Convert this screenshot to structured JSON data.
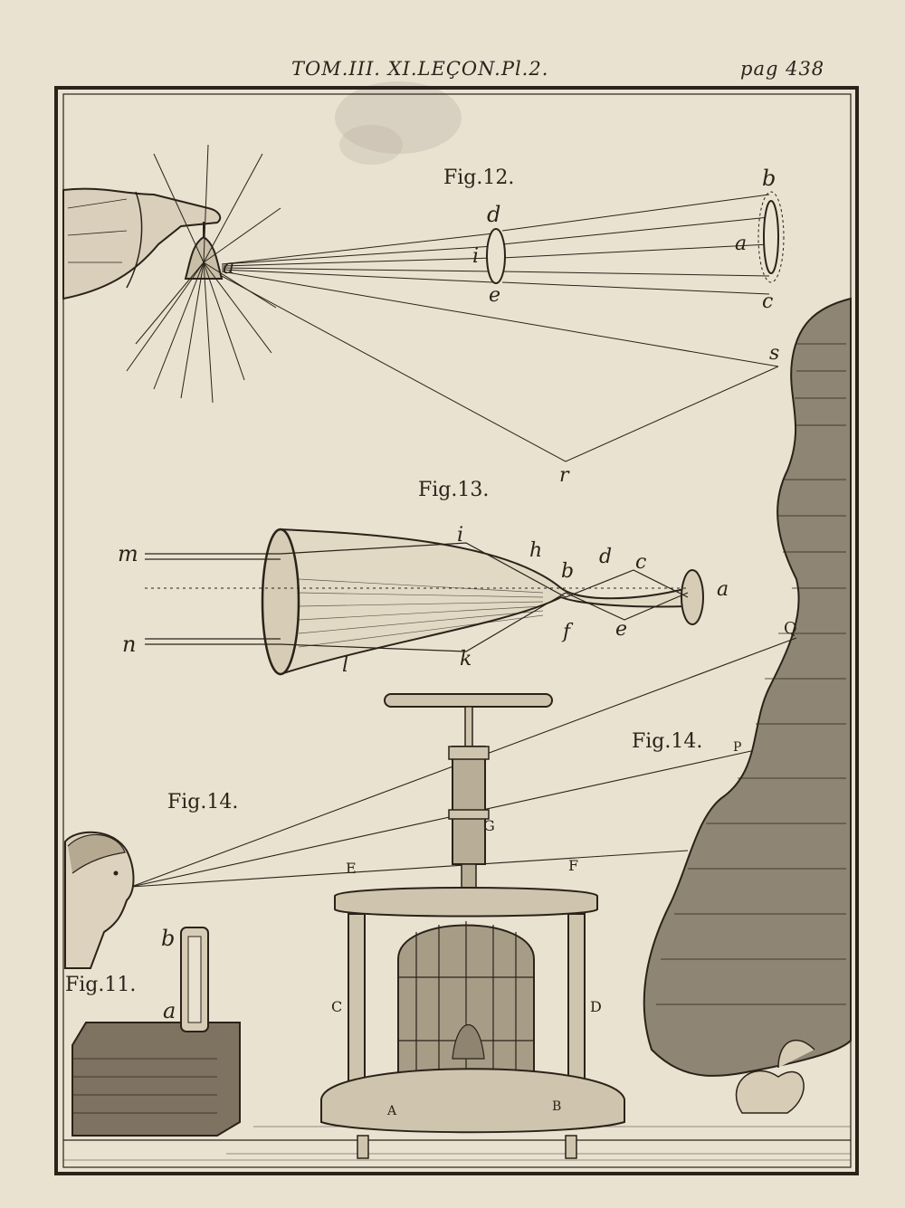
{
  "header": {
    "plate_title": "TOM.III. XI.LEÇON.Pl.2.",
    "page_number": "pag 438"
  },
  "figures": {
    "fig11": "Fig.11.",
    "fig12": "Fig.12.",
    "fig13": "Fig.13.",
    "fig14_left": "Fig.14.",
    "fig14_right": "Fig.14."
  },
  "fig12_labels": {
    "a_bell": "a",
    "d": "d",
    "i": "i",
    "e": "e",
    "b": "b",
    "a_far": "a",
    "c": "c",
    "s": "s",
    "r": "r"
  },
  "fig13_labels": {
    "m": "m",
    "n": "n",
    "i": "i",
    "h": "h",
    "b": "b",
    "d": "d",
    "c": "c",
    "a": "a",
    "f": "f",
    "e": "e",
    "k": "k",
    "l": "l"
  },
  "fig14_labels": {
    "Q": "Q",
    "P": "P",
    "G": "G",
    "E": "E",
    "F": "F",
    "C": "C",
    "D": "D",
    "A": "A",
    "B": "B"
  },
  "fig11_labels": {
    "b": "b",
    "a": "a"
  },
  "colors": {
    "paper": "#e9e2d1",
    "ink": "#2b2219",
    "stain": "#b9b0a2"
  }
}
